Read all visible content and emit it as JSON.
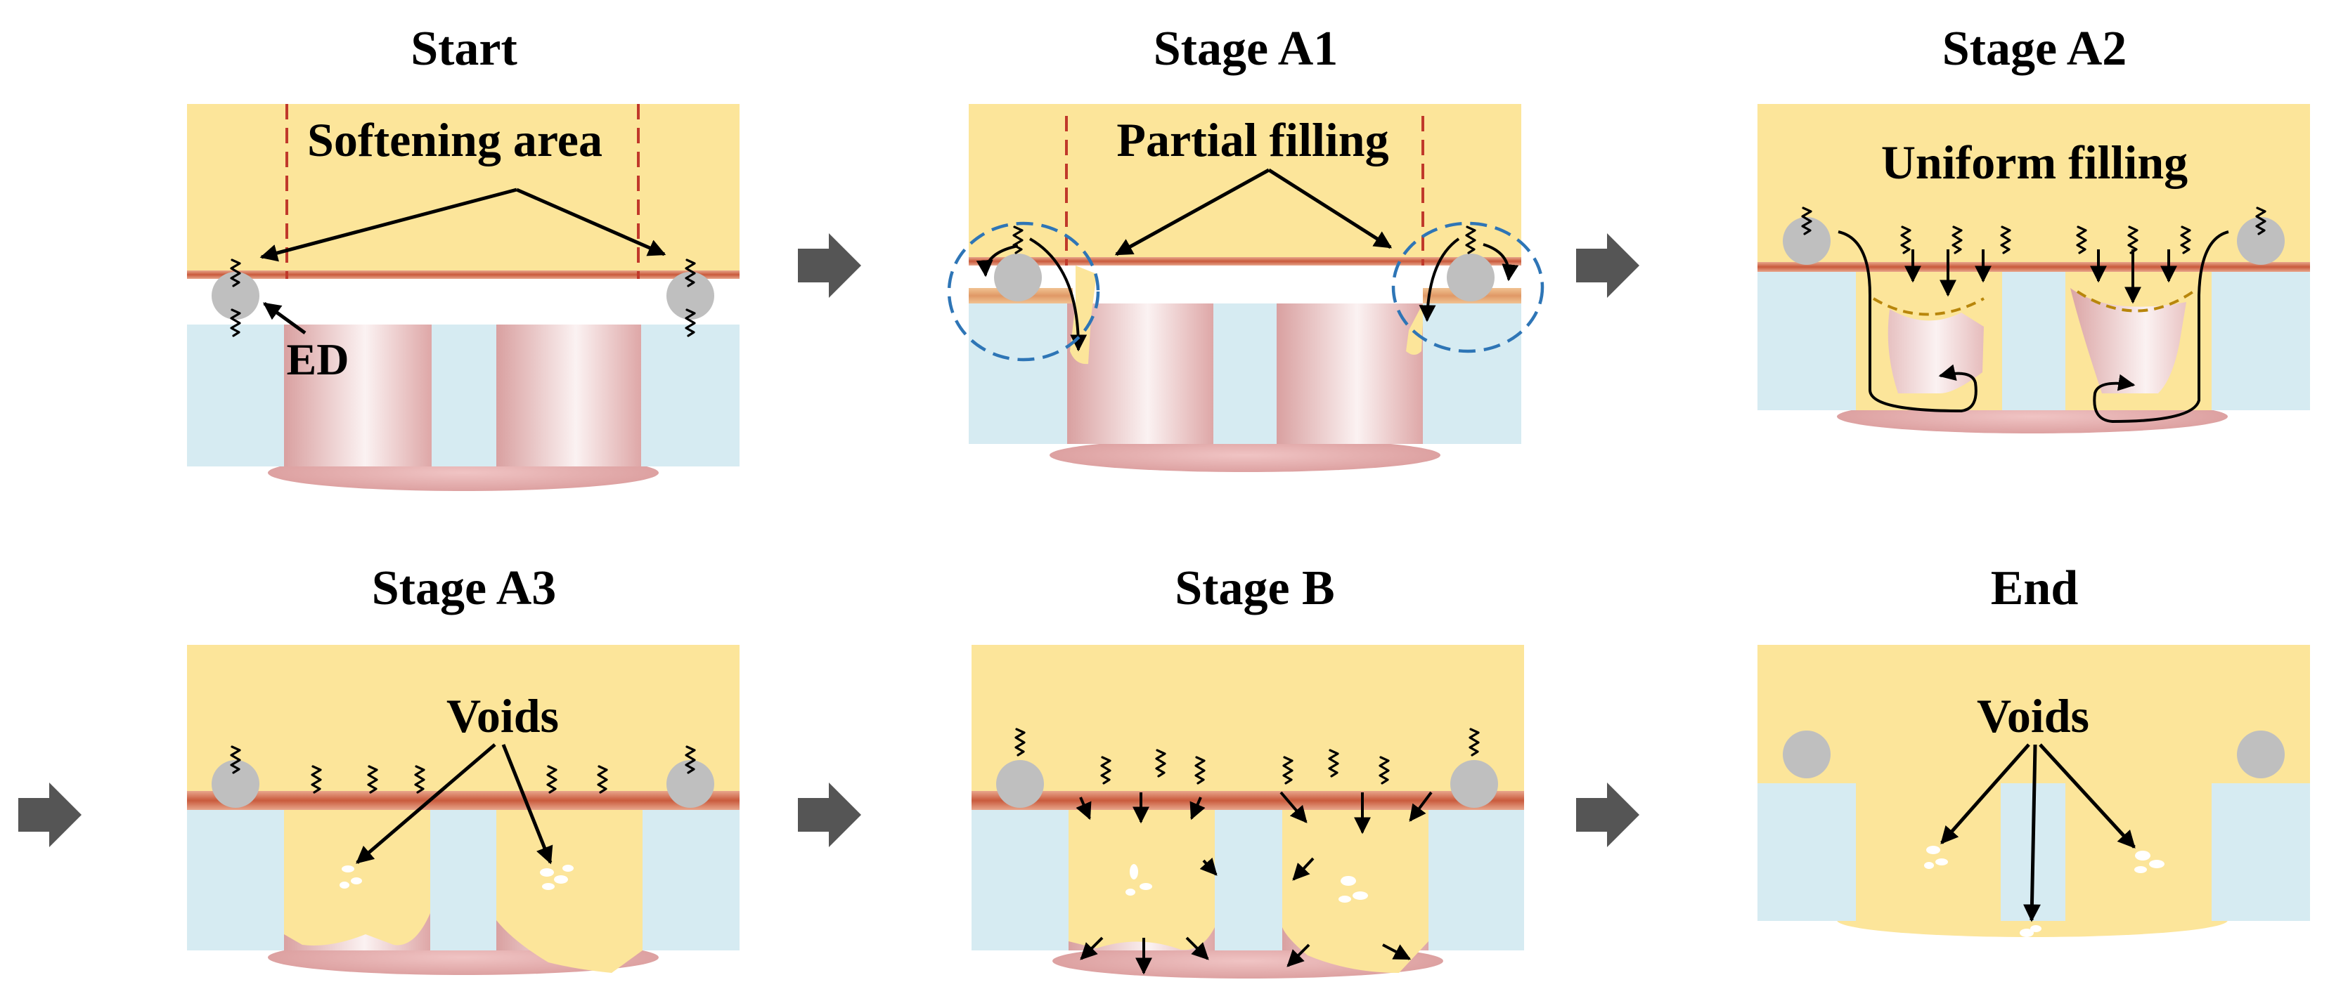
{
  "figure": {
    "panels": [
      {
        "title": "Start",
        "annotation": "Softening area",
        "extra": "ED"
      },
      {
        "title": "Stage A1",
        "annotation": "Partial filling"
      },
      {
        "title": "Stage A2",
        "annotation": "Uniform filling"
      },
      {
        "title": "Stage A3",
        "annotation": "Voids"
      },
      {
        "title": "Stage B"
      },
      {
        "title": "End",
        "annotation": "Voids"
      }
    ],
    "colors": {
      "solder": "#fce59a",
      "interface": "#d9715a",
      "substrate": "#d6ebf2",
      "via": "#e9b8b8",
      "ball": "#bfbfbf",
      "boundary": "#c0392b",
      "highlight": "#2e75b6",
      "flow_arrow": "#555555",
      "front": "#b8860b"
    }
  }
}
